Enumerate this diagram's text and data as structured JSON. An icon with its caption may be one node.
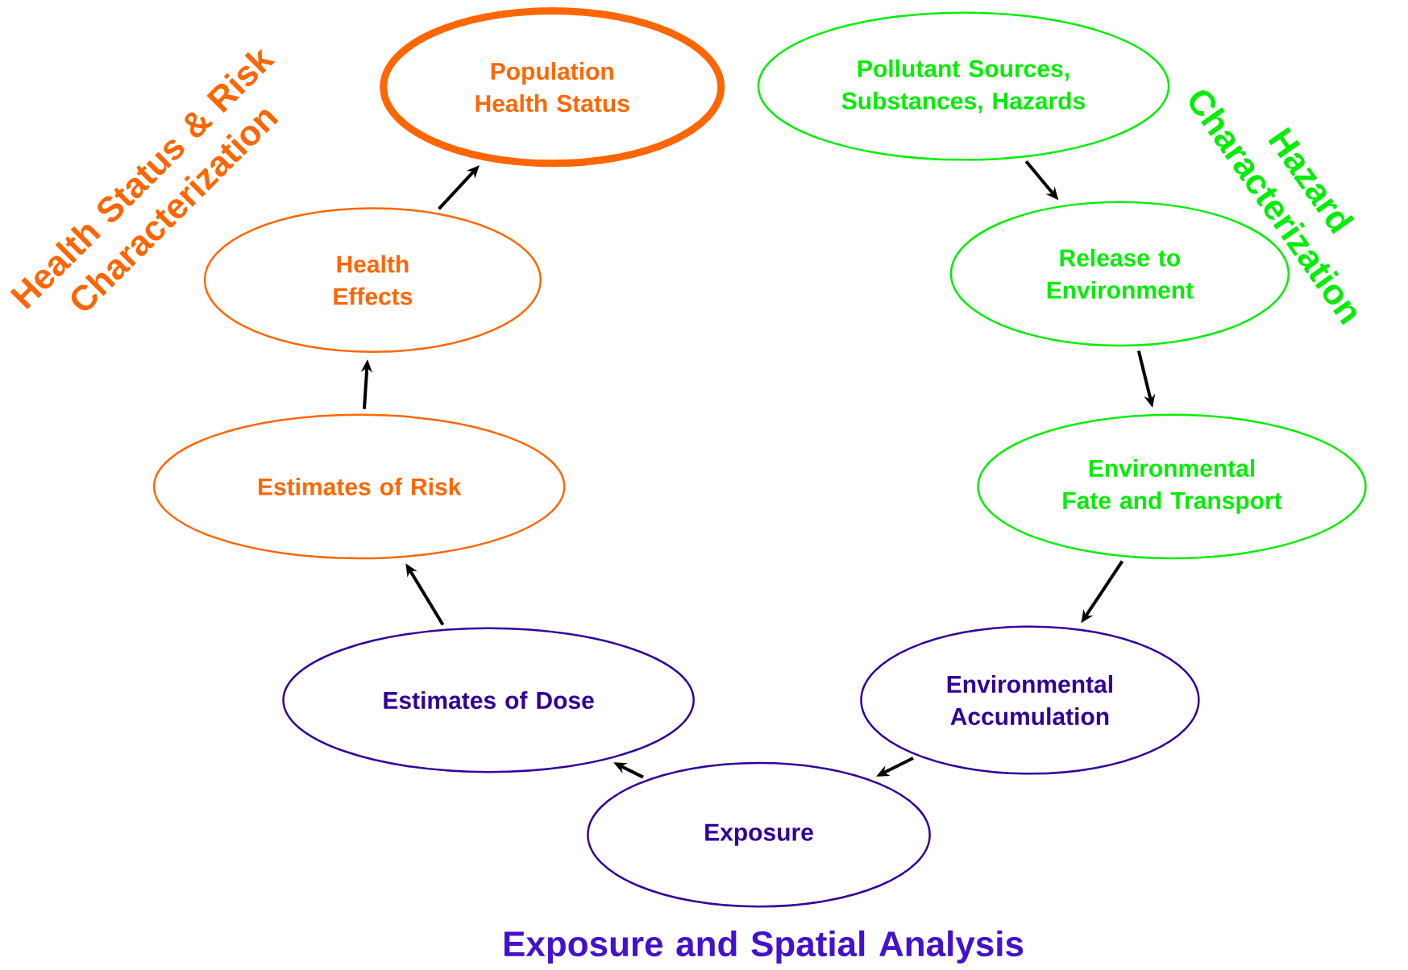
{
  "diagram": {
    "nodes": [
      {
        "text": [
          "Population Health Status"
        ]
      },
      {
        "text": [
          "Pollutant Sources, Substances, Hazards"
        ]
      },
      {
        "text": [
          "Release to Environment"
        ]
      },
      {
        "text": [
          "Environmental Fate and Transport"
        ]
      },
      {
        "text": [
          "Environmental Accumulation"
        ]
      },
      {
        "text": [
          "Exposure"
        ]
      },
      {
        "text": [
          "Estimates of Dose"
        ]
      },
      {
        "text": [
          "Estimates of Risk"
        ]
      },
      {
        "text": [
          "Health Effects"
        ]
      }
    ],
    "edges": [
      {
        "from": 1,
        "to": 2,
        "arrow": "to"
      },
      {
        "from": 2,
        "to": 3,
        "arrow": "to"
      },
      {
        "from": 3,
        "to": 4,
        "arrow": "to"
      },
      {
        "from": 4,
        "to": 5,
        "arrow": "to"
      },
      {
        "from": 5,
        "to": 6,
        "arrow": "to"
      },
      {
        "from": 6,
        "to": 7,
        "arrow": "to"
      },
      {
        "from": 7,
        "to": 8,
        "arrow": "to"
      },
      {
        "from": 8,
        "to": 0,
        "arrow": "to"
      }
    ],
    "labels": [
      "Health Status & Risk Characterization",
      "Hazard Characterization",
      "Exposure and Spatial Analysis"
    ]
  }
}
